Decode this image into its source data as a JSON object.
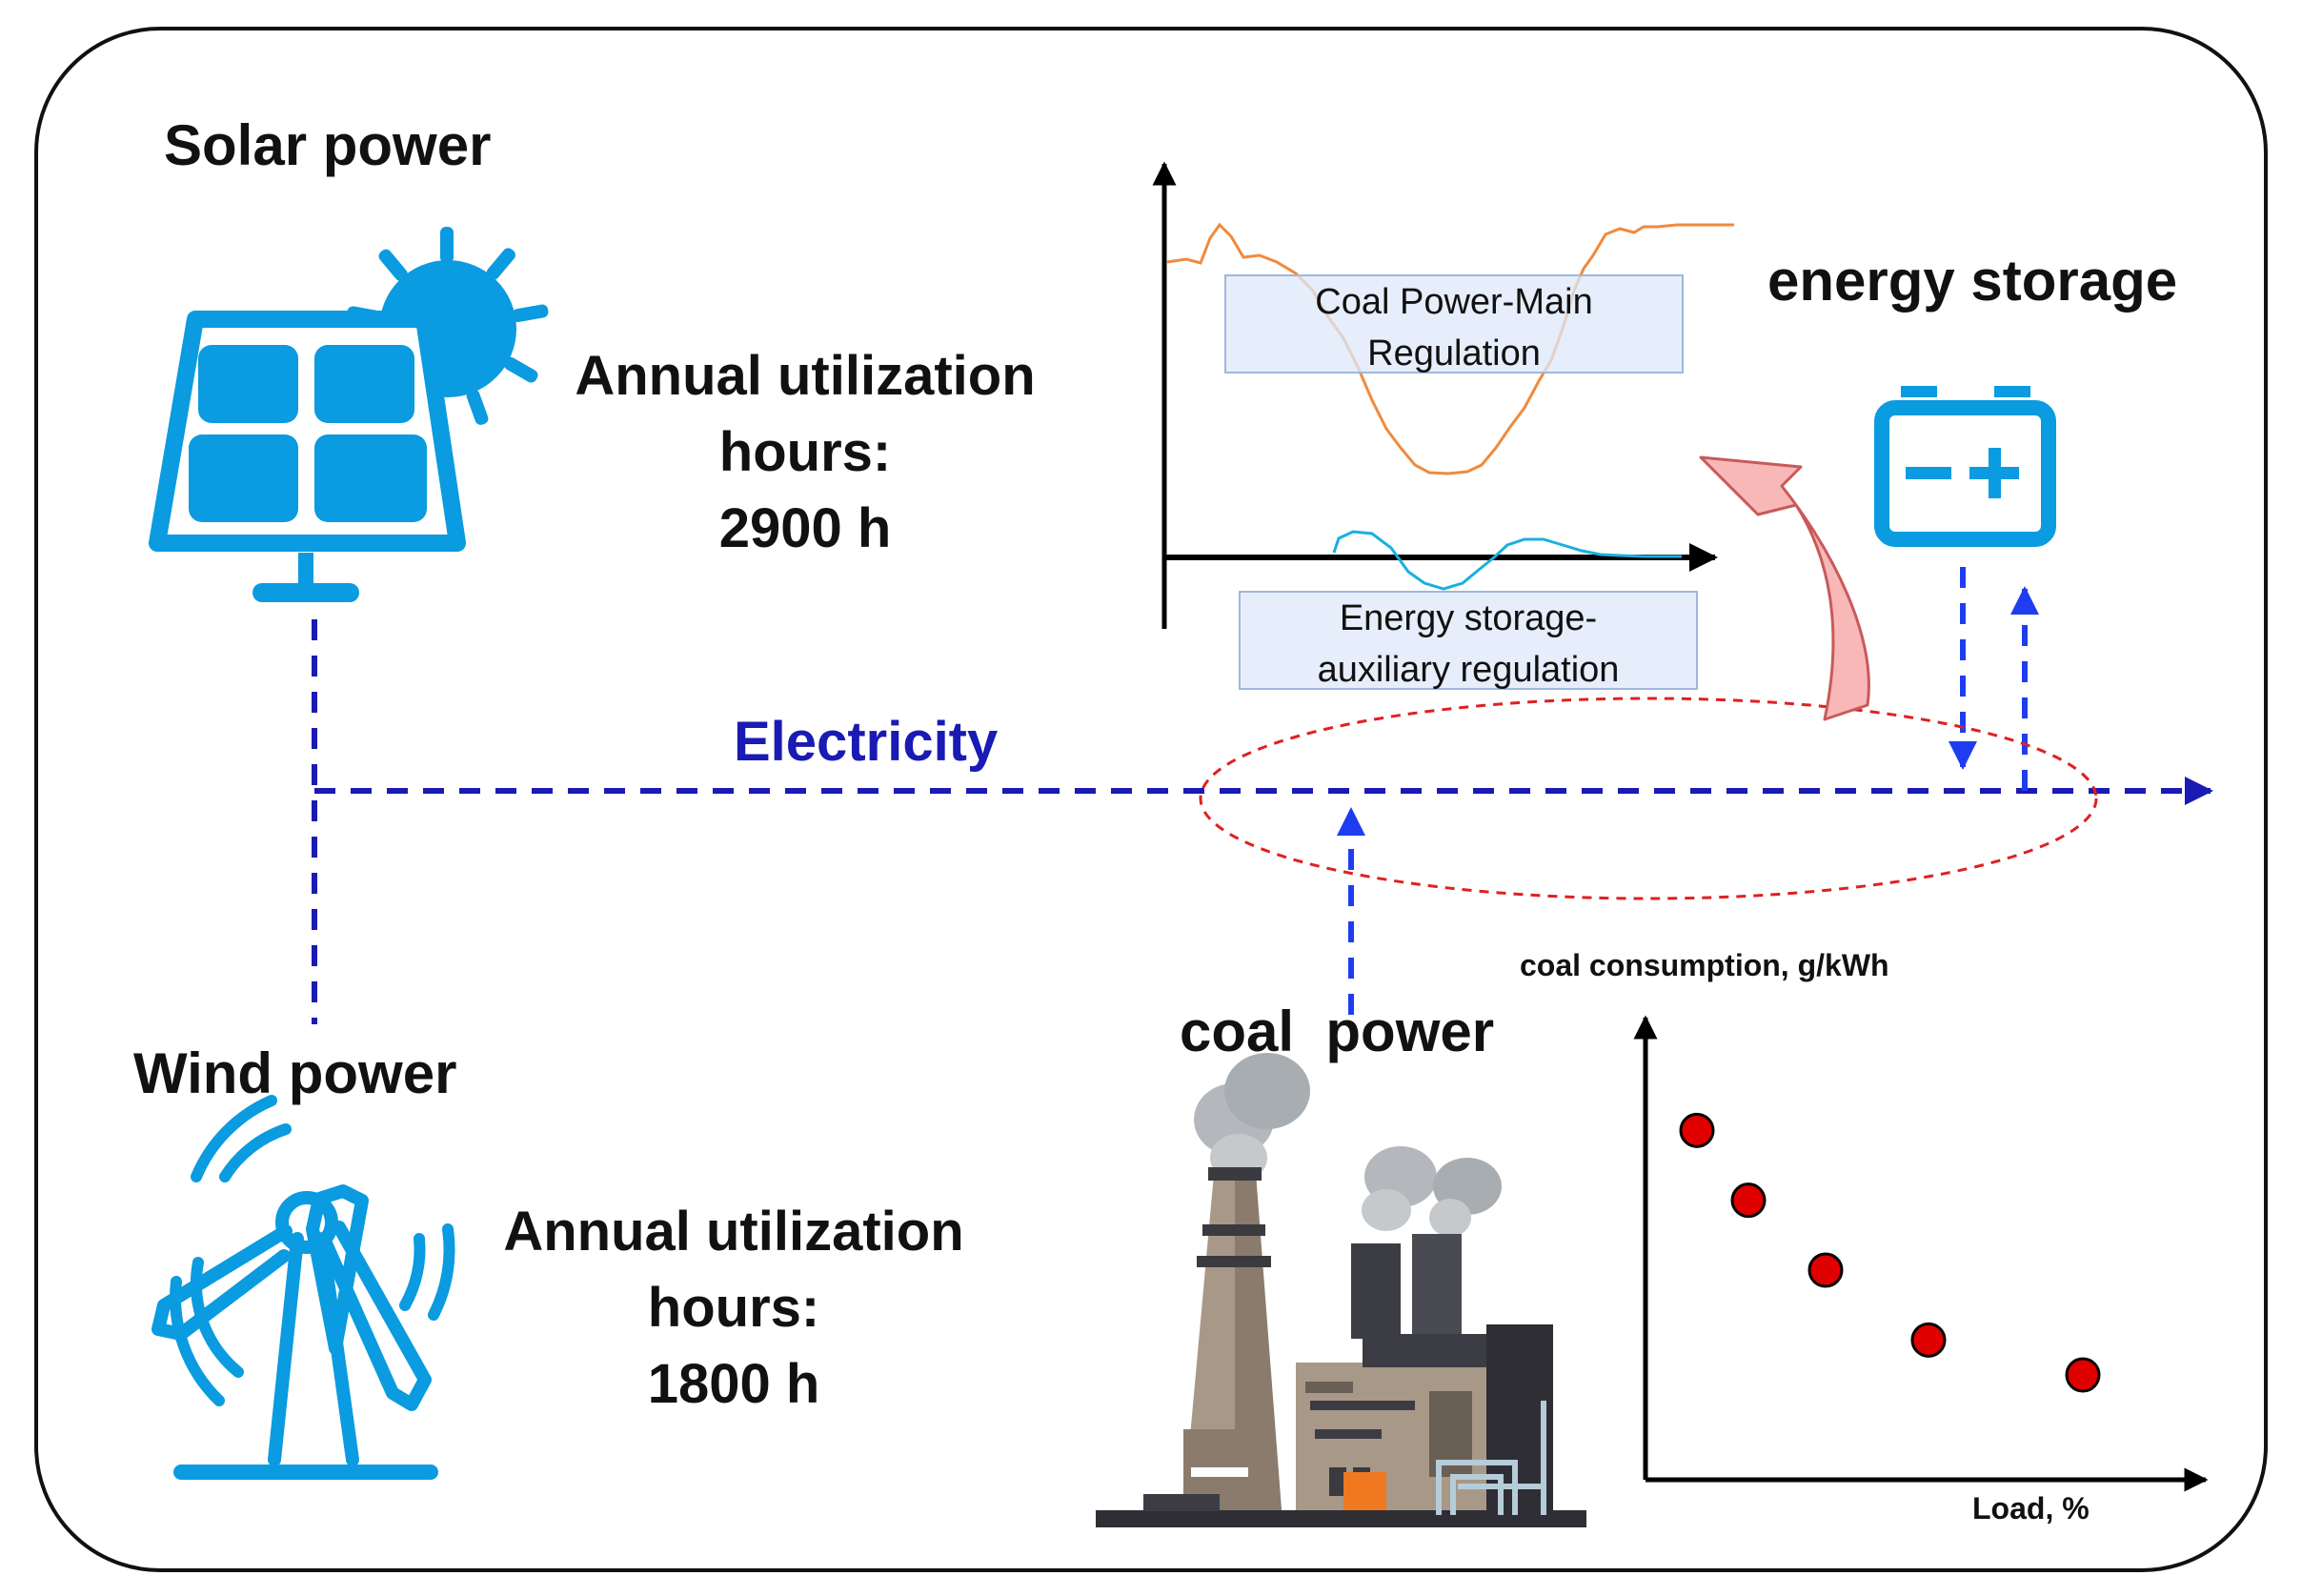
{
  "labels": {
    "solar_title": "Solar power",
    "solar_stat_line1": "Annual utilization",
    "solar_stat_line2": "hours:",
    "solar_stat_line3": "2900 h",
    "wind_title": "Wind power",
    "wind_stat_line1": "Annual utilization",
    "wind_stat_line2": "hours:",
    "wind_stat_line3": "1800 h",
    "storage_title": "energy storage",
    "coal_title": "coal  power",
    "electricity": "Electricity",
    "coal_main_line1": "Coal Power-Main",
    "coal_main_line2": "Regulation",
    "storage_aux_line1": "Energy storage-",
    "storage_aux_line2": "auxiliary regulation",
    "consumption_ylabel": "coal consumption, g/kWh",
    "consumption_xlabel": "Load, %"
  },
  "icons": [
    "solar-panel-icon",
    "sun-icon",
    "wind-turbine-icon",
    "battery-icon",
    "coal-power-plant-icon"
  ],
  "colors": {
    "icon_blue": "#0a9be0",
    "electricity_line": "#1a1ab4",
    "storage_arrow": "#1f3df0",
    "coal_curve": "#f08a3c",
    "storage_curve": "#1ab0e0",
    "ellipse": "#e02020",
    "big_arrow": "#f8b8b8",
    "scatter_point": "#e00000"
  },
  "chart_data": {
    "type": "scatter",
    "xlabel": "Load, %",
    "ylabel": "coal consumption, g/kWh",
    "points": [
      {
        "x": 1,
        "y": 5
      },
      {
        "x": 2,
        "y": 4
      },
      {
        "x": 3.5,
        "y": 3
      },
      {
        "x": 5.5,
        "y": 2
      },
      {
        "x": 8.5,
        "y": 1.5
      }
    ],
    "xlim": [
      0,
      10
    ],
    "ylim": [
      0,
      6
    ]
  }
}
